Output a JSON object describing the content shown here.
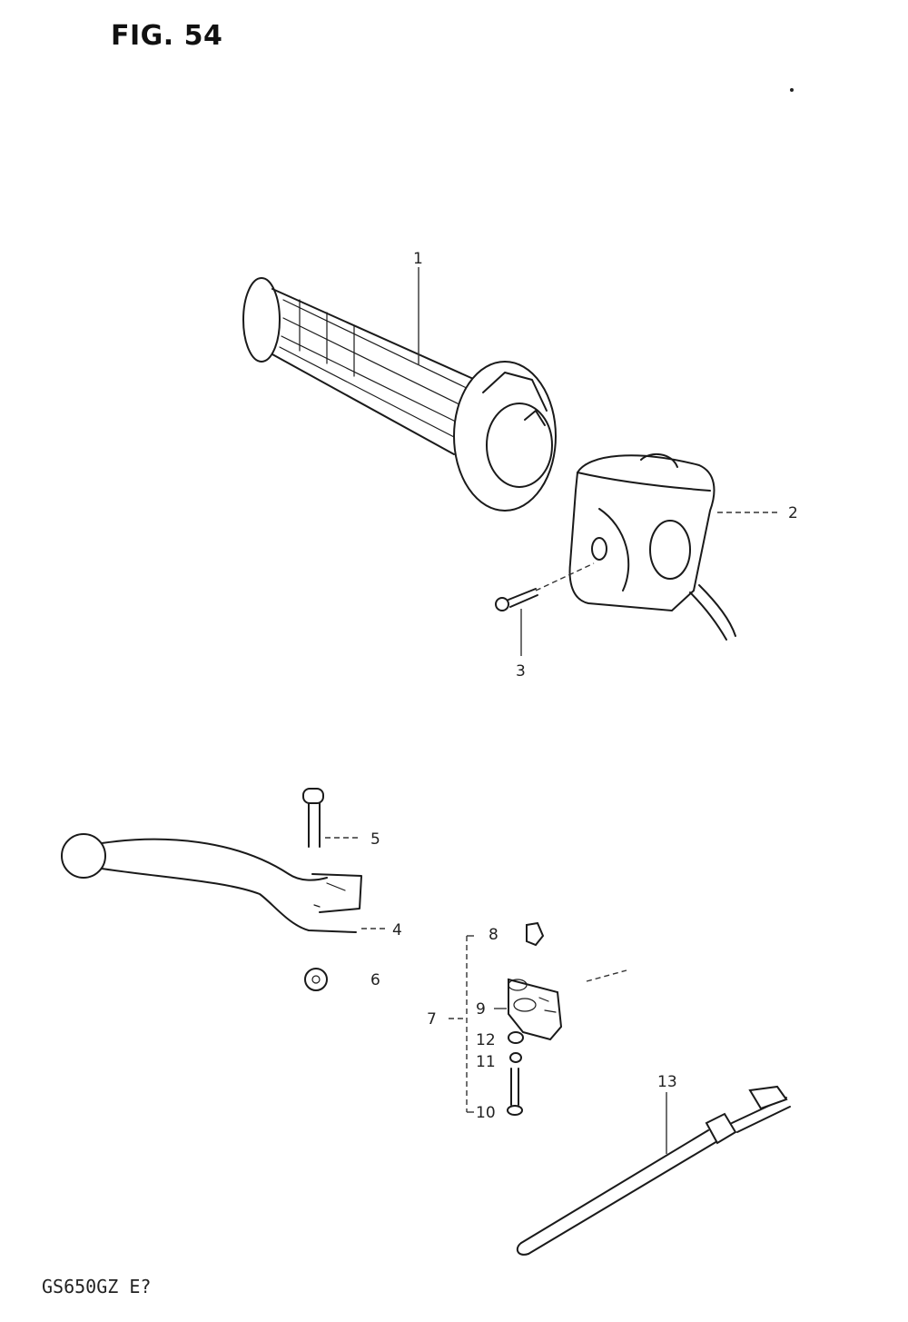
{
  "figure": {
    "title": "FIG. 54",
    "model_code": "GS650GZ E?"
  },
  "callouts": {
    "c1": "1",
    "c2": "2",
    "c3": "3",
    "c4": "4",
    "c5": "5",
    "c6": "6",
    "c7": "7",
    "c8": "8",
    "c9": "9",
    "c10": "10",
    "c11": "11",
    "c12": "12",
    "c13": "13"
  }
}
